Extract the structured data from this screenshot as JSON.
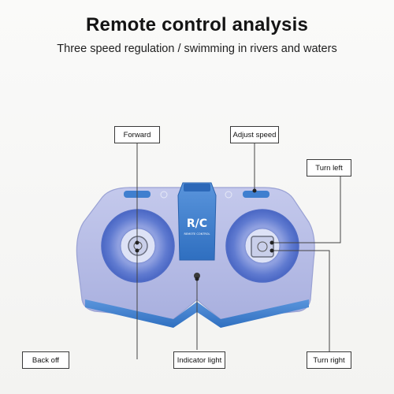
{
  "header": {
    "title": "Remote control analysis",
    "subtitle": "Three speed regulation / swimming in rivers and waters"
  },
  "labels": {
    "forward": "Forward",
    "adjust_speed": "Adjust speed",
    "turn_left": "Turn left",
    "back_off": "Back off",
    "indicator_light": "Indicator light",
    "turn_right": "Turn right"
  },
  "device": {
    "logo_text": "R/C",
    "logo_subtext": "REMOTE CONTROL"
  },
  "colors": {
    "body": "#b9bfe6",
    "body_shadow": "#9ea6d8",
    "accent_blue": "#3f7fcf",
    "ring": "#6c7fd0",
    "line": "#444444"
  }
}
